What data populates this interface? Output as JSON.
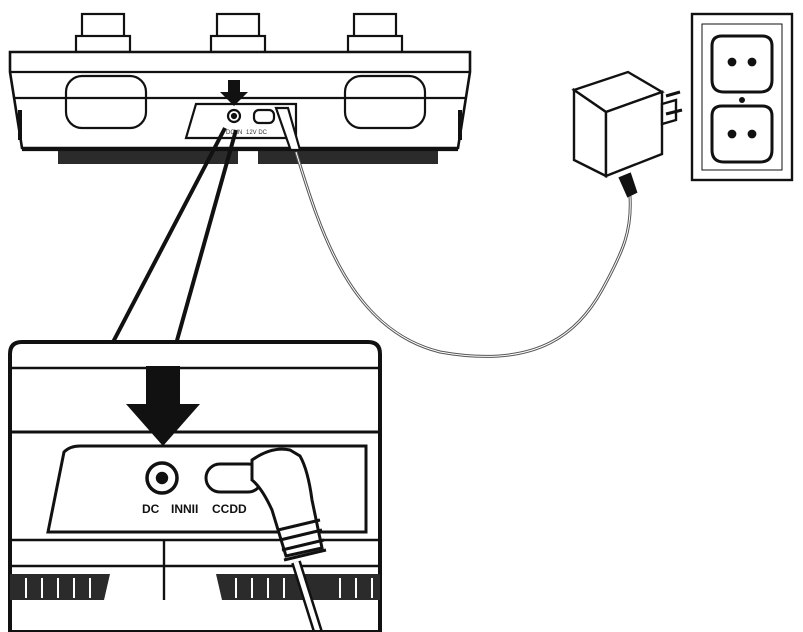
{
  "labels": {
    "device_port_small_a": "DC IN",
    "device_port_small_b": "12V DC",
    "zoom_port_dc": "DC",
    "zoom_port_in": "INNII",
    "zoom_port_ccdd": "CCDD"
  },
  "colors": {
    "ink": "#111111",
    "panel_fill": "#ffffff",
    "grille": "#2b2b2b",
    "cable": "#555555"
  },
  "icons": {
    "arrow": "down-arrow-icon",
    "jack": "dc-jack-icon",
    "plug": "angled-dc-plug-icon",
    "adapter": "power-adapter-icon",
    "outlet": "wall-outlet-icon"
  }
}
